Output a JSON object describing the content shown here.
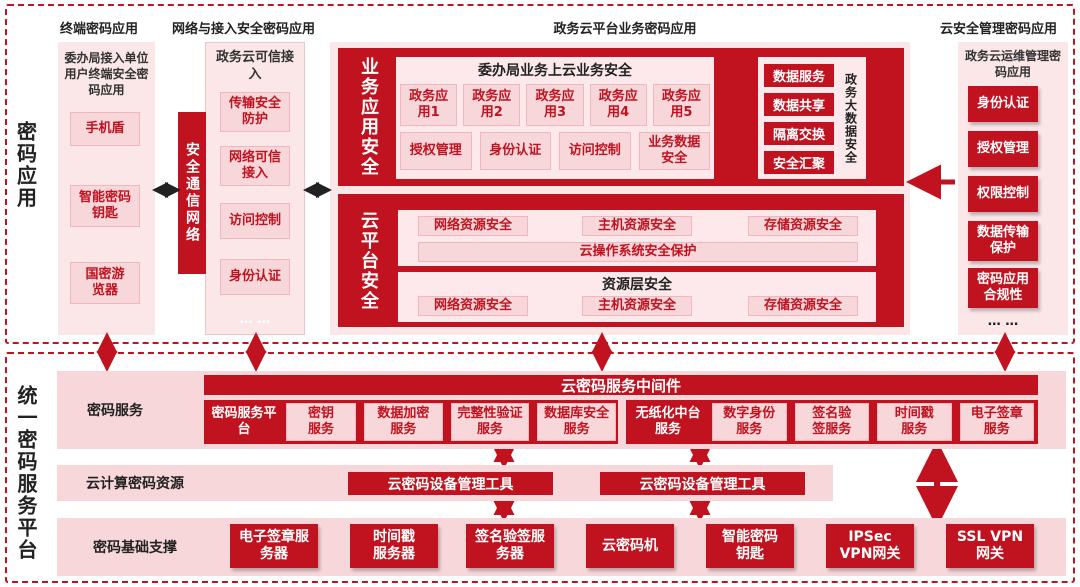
{
  "upper": {
    "side_label": "密码应用",
    "terminal": {
      "header": "终端密码应用",
      "title": "委办局接入单位用户终端安全密码应用",
      "items": [
        "手机盾",
        "智能密码钥匙",
        "国密游览器"
      ]
    },
    "network": {
      "header": "网络与接入安全密码应用",
      "title": "政务云可信接入",
      "channel": "安全通信网络",
      "items": [
        "传输安全防护",
        "网络可信接入",
        "访问控制",
        "身份认证",
        "… …"
      ]
    },
    "platform": {
      "header": "政务云平台业务密码应用",
      "biz": {
        "side": "业务应用安全",
        "title": "委办局业务上云业务安全",
        "apps": [
          "政务应用1",
          "政务应用2",
          "政务应用3",
          "政务应用4",
          "政务应用5"
        ],
        "items": [
          "授权管理",
          "身份认证",
          "访问控制",
          "业务数据安全"
        ],
        "data_items": [
          "数据服务",
          "数据共享",
          "隔离交换",
          "安全汇聚"
        ],
        "data_label": "政务大数据安全"
      },
      "cloud": {
        "side": "云平台安全",
        "row1": [
          "网络资源安全",
          "主机资源安全",
          "存储资源安全"
        ],
        "os": "云操作系统安全保护",
        "layer_title": "资源层安全",
        "row2": [
          "网络资源安全",
          "主机资源安全",
          "存储资源安全"
        ]
      }
    },
    "mgmt": {
      "header": "云安全管理密码应用",
      "title": "政务云运维管理密码应用",
      "items": [
        "身份认证",
        "授权管理",
        "权限控制",
        "数据传输保护",
        "密码应用合规性",
        "… …"
      ]
    }
  },
  "lower": {
    "side_label": "统一密码服务平台",
    "services": {
      "label": "密码服务",
      "middleware": "云密码服务中间件",
      "platform": "密码服务平台",
      "group1": [
        "密钥服务",
        "数据加密服务",
        "完整性验证服务",
        "数据库安全服务"
      ],
      "paperless": "无纸化中台服务",
      "group2": [
        "数字身份服务",
        "签名验签服务",
        "时间戳服务",
        "电子签章服务"
      ]
    },
    "resources": {
      "label": "云计算密码资源",
      "tools": [
        "云密码设备管理工具",
        "云密码设备管理工具"
      ]
    },
    "support": {
      "label": "密码基础支撑",
      "items": [
        "电子签章服务器",
        "时间戳服务器",
        "签名验签服务器",
        "云密码机",
        "智能密码钥匙",
        "IPSec VPN网关",
        "SSL VPN网关"
      ]
    }
  },
  "colors": {
    "accent": "#c0121f",
    "panel": "#f7d7da",
    "panel_light": "#fbe6e8"
  }
}
